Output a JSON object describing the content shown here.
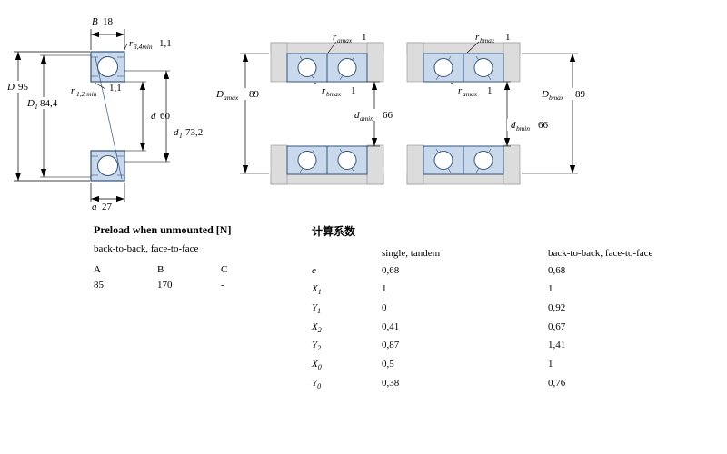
{
  "colors": {
    "bearing_outline": "#33547d",
    "bearing_fill": "#c9d8ea",
    "steel_gray": "#dcdcdc",
    "dim_line": "#000000"
  },
  "main_drawing": {
    "dim_B": {
      "symbol": "B",
      "value": "18"
    },
    "dim_r34": {
      "symbol": "r",
      "sub": "3,4min",
      "value": "1,1"
    },
    "dim_D": {
      "symbol": "D",
      "value": "95"
    },
    "dim_D1": {
      "symbol": "D",
      "sub": "1",
      "value": "84,4"
    },
    "dim_r12": {
      "symbol": "r",
      "sub": "1,2 min",
      "value": "1,1"
    },
    "dim_d": {
      "symbol": "d",
      "value": "60"
    },
    "dim_d1": {
      "symbol": "d",
      "sub": "1",
      "value": "73,2"
    },
    "dim_a": {
      "symbol": "a",
      "value": "27"
    }
  },
  "arrangement_left": {
    "r_amax_top": {
      "symbol": "r",
      "sub": "amax",
      "value": "1"
    },
    "D_amax": {
      "symbol": "D",
      "sub": "amax",
      "value": "89"
    },
    "r_bmax_mid": {
      "symbol": "r",
      "sub": "bmax",
      "value": "1"
    },
    "d_amin": {
      "symbol": "d",
      "sub": "amin",
      "value": "66"
    }
  },
  "arrangement_right": {
    "r_bmax_top": {
      "symbol": "r",
      "sub": "bmax",
      "value": "1"
    },
    "r_amax_mid": {
      "symbol": "r",
      "sub": "amax",
      "value": "1"
    },
    "D_bmax": {
      "symbol": "D",
      "sub": "bmax",
      "value": "89"
    },
    "d_bmin": {
      "symbol": "d",
      "sub": "bmin",
      "value": "66"
    }
  },
  "preload_table": {
    "title": "Preload when unmounted [N]",
    "subtitle": "back-to-back, face-to-face",
    "headers": [
      "A",
      "B",
      "C"
    ],
    "values": [
      "85",
      "170",
      "-"
    ]
  },
  "factors_table": {
    "title": "计算系数",
    "col1_header": "single, tandem",
    "col2_header": "back-to-back, face-to-face",
    "rows": [
      {
        "symbol": "e",
        "sub": "",
        "single_tandem": "0,68",
        "btb_ftf": "0,68"
      },
      {
        "symbol": "X",
        "sub": "1",
        "single_tandem": "1",
        "btb_ftf": "1"
      },
      {
        "symbol": "Y",
        "sub": "1",
        "single_tandem": "0",
        "btb_ftf": "0,92"
      },
      {
        "symbol": "X",
        "sub": "2",
        "single_tandem": "0,41",
        "btb_ftf": "0,67"
      },
      {
        "symbol": "Y",
        "sub": "2",
        "single_tandem": "0,87",
        "btb_ftf": "1,41"
      },
      {
        "symbol": "X",
        "sub": "0",
        "single_tandem": "0,5",
        "btb_ftf": "1"
      },
      {
        "symbol": "Y",
        "sub": "0",
        "single_tandem": "0,38",
        "btb_ftf": "0,76"
      }
    ]
  }
}
